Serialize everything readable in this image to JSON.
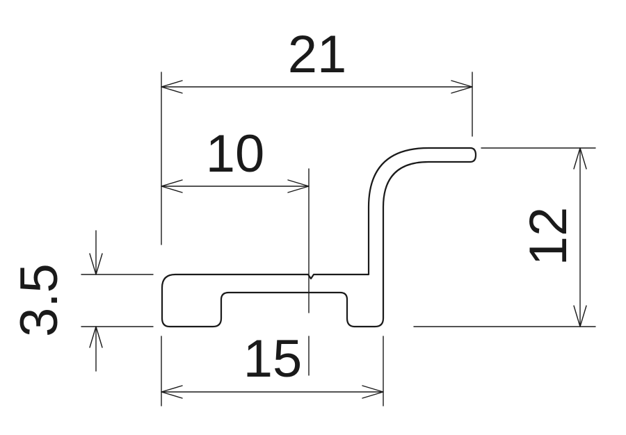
{
  "dimensions": {
    "overall_width": "21",
    "mid_width": "10",
    "height": "12",
    "thickness": "3.5",
    "base_width": "15"
  }
}
